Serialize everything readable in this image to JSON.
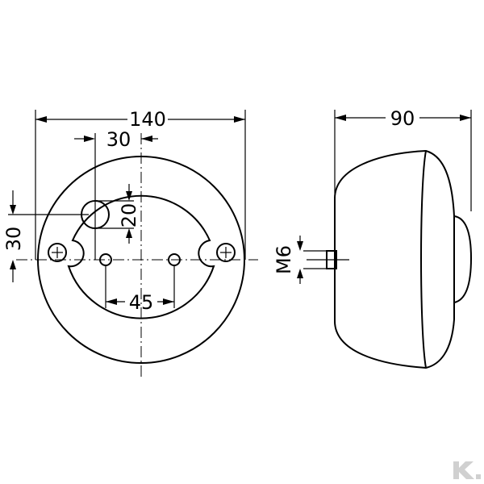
{
  "drawing": {
    "front_view": {
      "dim_diameter": "140",
      "dim_hole_offset_x": "30",
      "dim_hole_diameter": "20",
      "dim_mount_offset_y": "30",
      "dim_stud_spacing": "45"
    },
    "side_view": {
      "dim_depth": "90",
      "dim_thread": "M6"
    }
  },
  "brand_mark": {
    "icon": "brand-k-logo",
    "color": "#d0d0d0"
  }
}
